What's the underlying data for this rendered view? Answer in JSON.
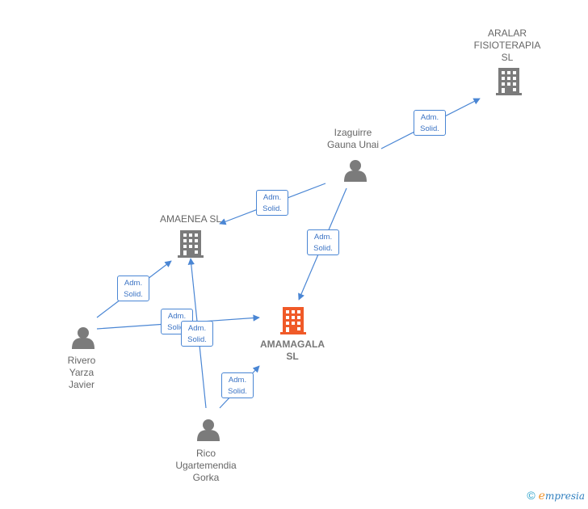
{
  "colors": {
    "edge": "#4a86d4",
    "company": "#7b7b7b",
    "company_main": "#f05a28",
    "person": "#7b7b7b"
  },
  "nodes": [
    {
      "id": "aralar",
      "kind": "company",
      "label": "ARALAR\nFISIOTERAPIA\nSL"
    },
    {
      "id": "izaguirre",
      "kind": "person",
      "label": "Izaguirre\nGauna Unai"
    },
    {
      "id": "amaenea",
      "kind": "company",
      "label": "AMAENEA  SL"
    },
    {
      "id": "amamagala",
      "kind": "company_main",
      "label": "AMAMAGALA\nSL"
    },
    {
      "id": "rivero",
      "kind": "person",
      "label": "Rivero\nYarza\nJavier"
    },
    {
      "id": "rico",
      "kind": "person",
      "label": "Rico\nUgartemendia\nGorka"
    }
  ],
  "edges": [
    {
      "id": "izaguirre-aralar",
      "line1": "Adm.",
      "line2": "Solid."
    },
    {
      "id": "izaguirre-amaenea",
      "line1": "Adm.",
      "line2": "Solid."
    },
    {
      "id": "izaguirre-amamagala",
      "line1": "Adm.",
      "line2": "Solid."
    },
    {
      "id": "rivero-amaenea",
      "line1": "Adm.",
      "line2": "Solid."
    },
    {
      "id": "rivero-amamagala",
      "line1": "Adm.",
      "line2": "Solid."
    },
    {
      "id": "rico-amaenea",
      "line1": "Adm.",
      "line2": "Solid."
    },
    {
      "id": "rico-amamagala",
      "line1": "Adm.",
      "line2": "Solid."
    }
  ],
  "footer": {
    "copyright": "©",
    "brand_first": "e",
    "brand_rest": "mpresia"
  }
}
